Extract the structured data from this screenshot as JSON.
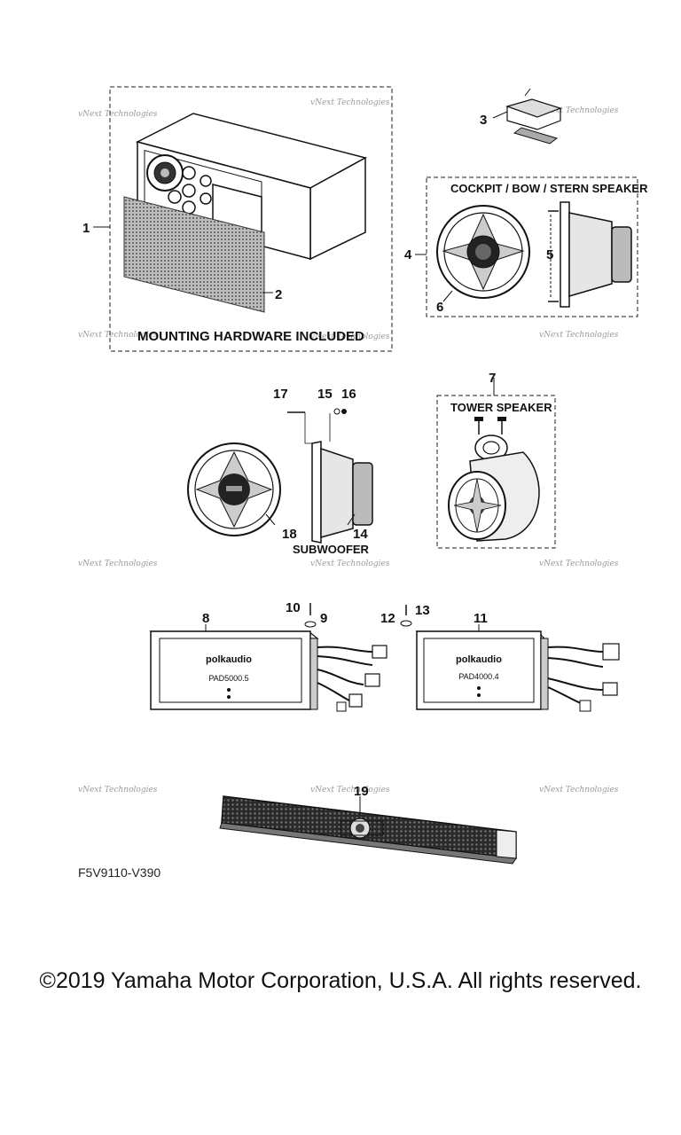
{
  "diagram": {
    "callouts": [
      "1",
      "2",
      "3",
      "4",
      "5",
      "6",
      "7",
      "8",
      "9",
      "10",
      "11",
      "12",
      "13",
      "14",
      "15",
      "16",
      "17",
      "18",
      "19"
    ],
    "labels": {
      "mounting": "MOUNTING HARDWARE INCLUDED",
      "cockpit": "COCKPIT / BOW / STERN SPEAKER",
      "tower": "TOWER  SPEAKER",
      "subwoofer": "SUBWOOFER"
    },
    "amp_left": {
      "brand": "polkaudio",
      "model": "PAD5000.5"
    },
    "amp_right": {
      "brand": "polkaudio",
      "model": "PAD4000.4"
    },
    "watermark": "vNext Technologies"
  },
  "footer": {
    "code": "F5V9110-V390",
    "copyright": "©2019 Yamaha Motor Corporation, U.S.A. All rights reserved."
  }
}
